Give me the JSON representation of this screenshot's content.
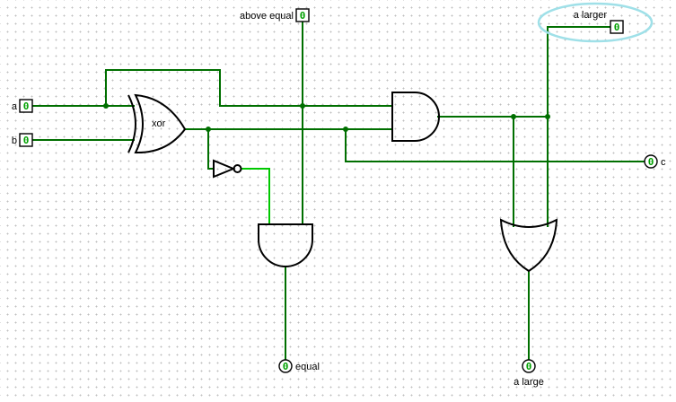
{
  "pins": {
    "a": {
      "label": "a",
      "value": "0",
      "type": "input"
    },
    "b": {
      "label": "b",
      "value": "0",
      "type": "input"
    },
    "above_equal": {
      "label": "above equal",
      "value": "0",
      "type": "input"
    },
    "a_larger": {
      "label": "a larger",
      "value": "0",
      "type": "input"
    },
    "c": {
      "label": "c",
      "value": "0",
      "type": "output"
    },
    "equal": {
      "label": "equal",
      "value": "0",
      "type": "output"
    },
    "a_large": {
      "label": "a large",
      "value": "0",
      "type": "output"
    }
  },
  "gates": {
    "xor_label": "xor"
  },
  "colors": {
    "wire_low": "#006F00",
    "wire_high": "#00C800",
    "pin_digit": "#00A000",
    "gate_outline": "#000000",
    "annotation_ellipse": "#9FE0E8",
    "grid_dot": "#BFBFBF",
    "background": "#FFFFFF"
  }
}
